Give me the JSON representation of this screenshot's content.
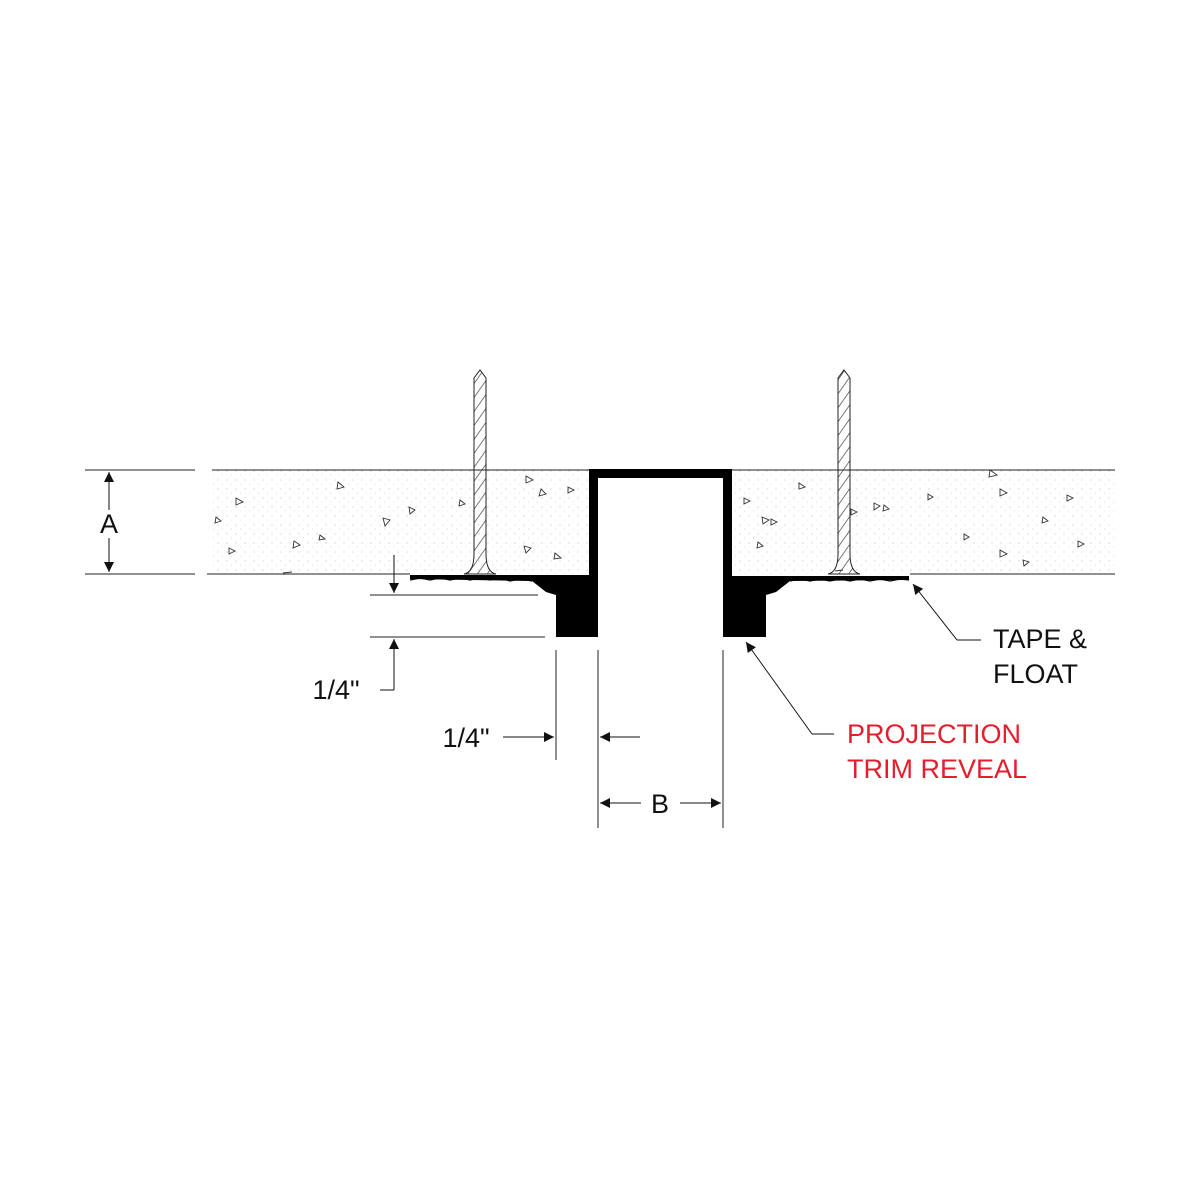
{
  "labels": {
    "dim_a": "A",
    "dim_b": "B",
    "offset_vertical": "1/4\"",
    "offset_horizontal": "1/4\"",
    "tape_float_line1": "TAPE &",
    "tape_float_line2": "FLOAT",
    "trim_line1": "PROJECTION",
    "trim_line2": "TRIM REVEAL"
  },
  "colors": {
    "line": "#222222",
    "profile_fill": "#000000",
    "accent_label": "#e31e2d",
    "background": "#ffffff"
  },
  "icons": [
    "screw-icon-left",
    "screw-icon-right",
    "arrowhead-icon"
  ]
}
